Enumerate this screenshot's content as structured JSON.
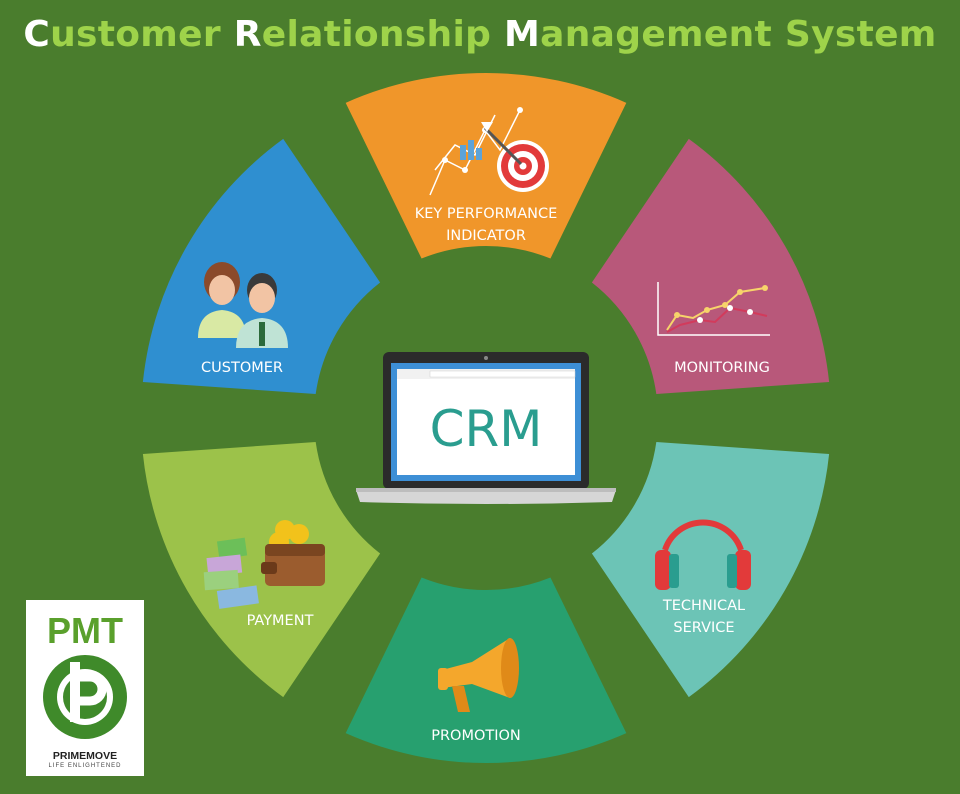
{
  "title": {
    "c": "C",
    "rest1": "ustomer ",
    "r": "R",
    "rest2": "elationship ",
    "m": "M",
    "rest3": "anagement System"
  },
  "center": {
    "label": "CRM"
  },
  "segments": [
    {
      "id": "kpi",
      "line1": "KEY PERFORMANCE",
      "line2": "INDICATOR",
      "color": "#f0962a",
      "icon": "target-chart-icon"
    },
    {
      "id": "monitoring",
      "line1": "MONITORING",
      "line2": "",
      "color": "#b8587a",
      "icon": "line-chart-icon"
    },
    {
      "id": "technical",
      "line1": "TECHNICAL",
      "line2": "SERVICE",
      "color": "#6cc4b6",
      "icon": "headphones-icon"
    },
    {
      "id": "promotion",
      "line1": "PROMOTION",
      "line2": "",
      "color": "#27a06f",
      "icon": "megaphone-icon"
    },
    {
      "id": "payment",
      "line1": "PAYMENT",
      "line2": "",
      "color": "#9cc24a",
      "icon": "wallet-money-icon"
    },
    {
      "id": "customer",
      "line1": "CUSTOMER",
      "line2": "",
      "color": "#2f8fd0",
      "icon": "people-icon"
    }
  ],
  "logo": {
    "text": "PMT",
    "brand": "PRIMEMOVE",
    "tagline": "LIFE ENLIGHTENED"
  }
}
